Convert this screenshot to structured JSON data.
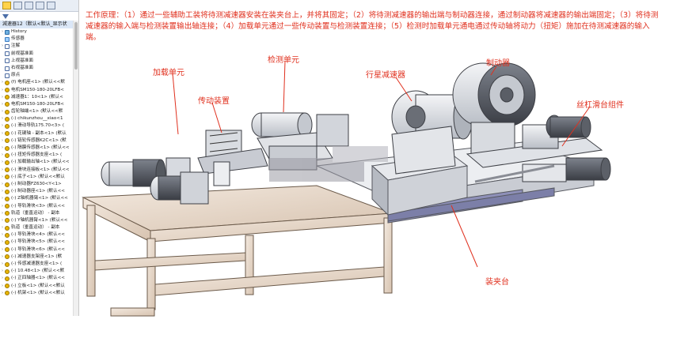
{
  "tree": {
    "root": "減速器12（默认<默认_显示状",
    "items": [
      {
        "label": "History",
        "icon": "hist",
        "exp": "›"
      },
      {
        "label": "传感器",
        "icon": "sensor",
        "exp": ""
      },
      {
        "label": "注解",
        "icon": "doc",
        "exp": "›"
      },
      {
        "label": "前视基准面",
        "icon": "doc",
        "exp": ""
      },
      {
        "label": "上视基准面",
        "icon": "doc",
        "exp": ""
      },
      {
        "label": "右视基准面",
        "icon": "doc",
        "exp": ""
      },
      {
        "label": "原点",
        "icon": "doc",
        "exp": ""
      },
      {
        "label": "(f) 电机座<1> (默认<<默",
        "icon": "part",
        "exp": "›"
      },
      {
        "label": "电机SM150-180-20LFB<",
        "icon": "part",
        "exp": "›"
      },
      {
        "label": "减速器1：10<1> (默认<",
        "icon": "part",
        "exp": "›"
      },
      {
        "label": "电机SM150-180-20LFB<",
        "icon": "part",
        "exp": "›"
      },
      {
        "label": "齿轮轴端<1> (默认<<默",
        "icon": "part",
        "exp": "›"
      },
      {
        "label": "(-) chikunzhou__xiao<1",
        "icon": "part",
        "exp": "›"
      },
      {
        "label": "(-) 滑动导轨175.70<3> (",
        "icon": "part",
        "exp": "›"
      },
      {
        "label": "(-) 花键轴 - 副本<1> (默认",
        "icon": "part",
        "exp": "›"
      },
      {
        "label": "(-) 链轮传感器K2C<1> (默",
        "icon": "part",
        "exp": "›"
      },
      {
        "label": "(-) 隔膜传感器<1> (默认<<",
        "icon": "part",
        "exp": "›"
      },
      {
        "label": "(-) 扭矩传感器支座<1> (",
        "icon": "part",
        "exp": "›"
      },
      {
        "label": "(-) 加载输出轴<1> (默认<<",
        "icon": "part",
        "exp": "›"
      },
      {
        "label": "(-) 滑块连接板<1> (默认<<",
        "icon": "part",
        "exp": "›"
      },
      {
        "label": "(-) 底子<1> (默认<<默认",
        "icon": "part",
        "exp": "›"
      },
      {
        "label": "(-) 制动器FZ630<Y<1>",
        "icon": "part",
        "exp": "›"
      },
      {
        "label": "(-) 制动器座<1> (默认<<",
        "icon": "part",
        "exp": "›"
      },
      {
        "label": "(-) Z轴机器臂<1> (默认<<",
        "icon": "part",
        "exp": "›"
      },
      {
        "label": "(-) 导轨滑块<3> (默认<<",
        "icon": "part",
        "exp": "›"
      },
      {
        "label": "轨道（垂直运动） - 副本",
        "icon": "part",
        "exp": "›"
      },
      {
        "label": "(-) Y轴机器臂<1> (默认<<",
        "icon": "part",
        "exp": "›"
      },
      {
        "label": "轨道（垂直运动） - 副本",
        "icon": "part",
        "exp": "›"
      },
      {
        "label": "(-) 导轨滑块<4> (默认<<",
        "icon": "part",
        "exp": "›"
      },
      {
        "label": "(-) 导轨滑块<5> (默认<<",
        "icon": "part",
        "exp": "›"
      },
      {
        "label": "(-) 导轨滑块<6> (默认<<",
        "icon": "part",
        "exp": "›"
      },
      {
        "label": "(-) 减速器支架座<1> (默",
        "icon": "part",
        "exp": "›"
      },
      {
        "label": "(-) 传感减速器支座<1> (",
        "icon": "part",
        "exp": "›"
      },
      {
        "label": "(-) 10.48<1> (默认<<默",
        "icon": "part",
        "exp": "›"
      },
      {
        "label": "(-) 正四轴器<1> (默认<<",
        "icon": "part",
        "exp": "›"
      },
      {
        "label": "(-) 立板<1> (默认<<默认",
        "icon": "part",
        "exp": "›"
      },
      {
        "label": "(-) 机架<1> (默认<<默认",
        "icon": "part",
        "exp": "›"
      }
    ]
  },
  "description": "工作原理：（1）通过一些辅助工装将待测减速器安装在装夹台上，并将其固定；（2）将待测减速器的输出端与制动器连接，通过制动器将减速器的输出端固定；（3）将待测减速器的输入端与检测装置输出轴连接；（4）加载单元通过一些传动装置与检测装置连接；（5）检测时加载单元通电通过传动轴将动力（扭矩）施加在待测减速器的输入端。",
  "callouts": {
    "loading_unit": "加载单元",
    "transmission": "传动装置",
    "detection_unit": "检测单元",
    "planetary_reducer": "行星减速器",
    "brake": "制动器",
    "screw_slide": "丝杠滑台组件",
    "clamping_table": "装夹台"
  },
  "colors": {
    "accent_red": "#e0301e",
    "frame": "#e8d8c8",
    "metal": "#d9dde3",
    "rail": "#8a8fa8"
  }
}
